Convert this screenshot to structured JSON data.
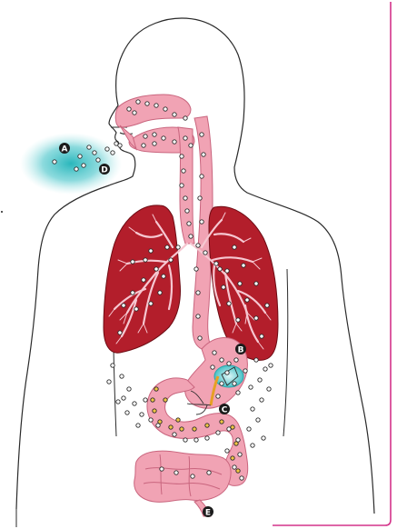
{
  "colors": {
    "outline": "#2a2a2a",
    "tract": "#f1a3b4",
    "tract_edge": "#c9657e",
    "lung": "#b31e2b",
    "lung_edge": "#6d0c14",
    "bronchi": "#f6c7d1",
    "particle": "#ffffff",
    "particle_absorbed": "#f2c744",
    "aerosol": "#2bbcc2",
    "border": "#d4338a",
    "label_bg": "#1b1b1b"
  },
  "markers": [
    {
      "id": "A",
      "text": "A"
    },
    {
      "id": "B",
      "text": "B"
    },
    {
      "id": "C",
      "text": "C"
    },
    {
      "id": "D",
      "text": "D"
    },
    {
      "id": "E",
      "text": "E"
    }
  ]
}
